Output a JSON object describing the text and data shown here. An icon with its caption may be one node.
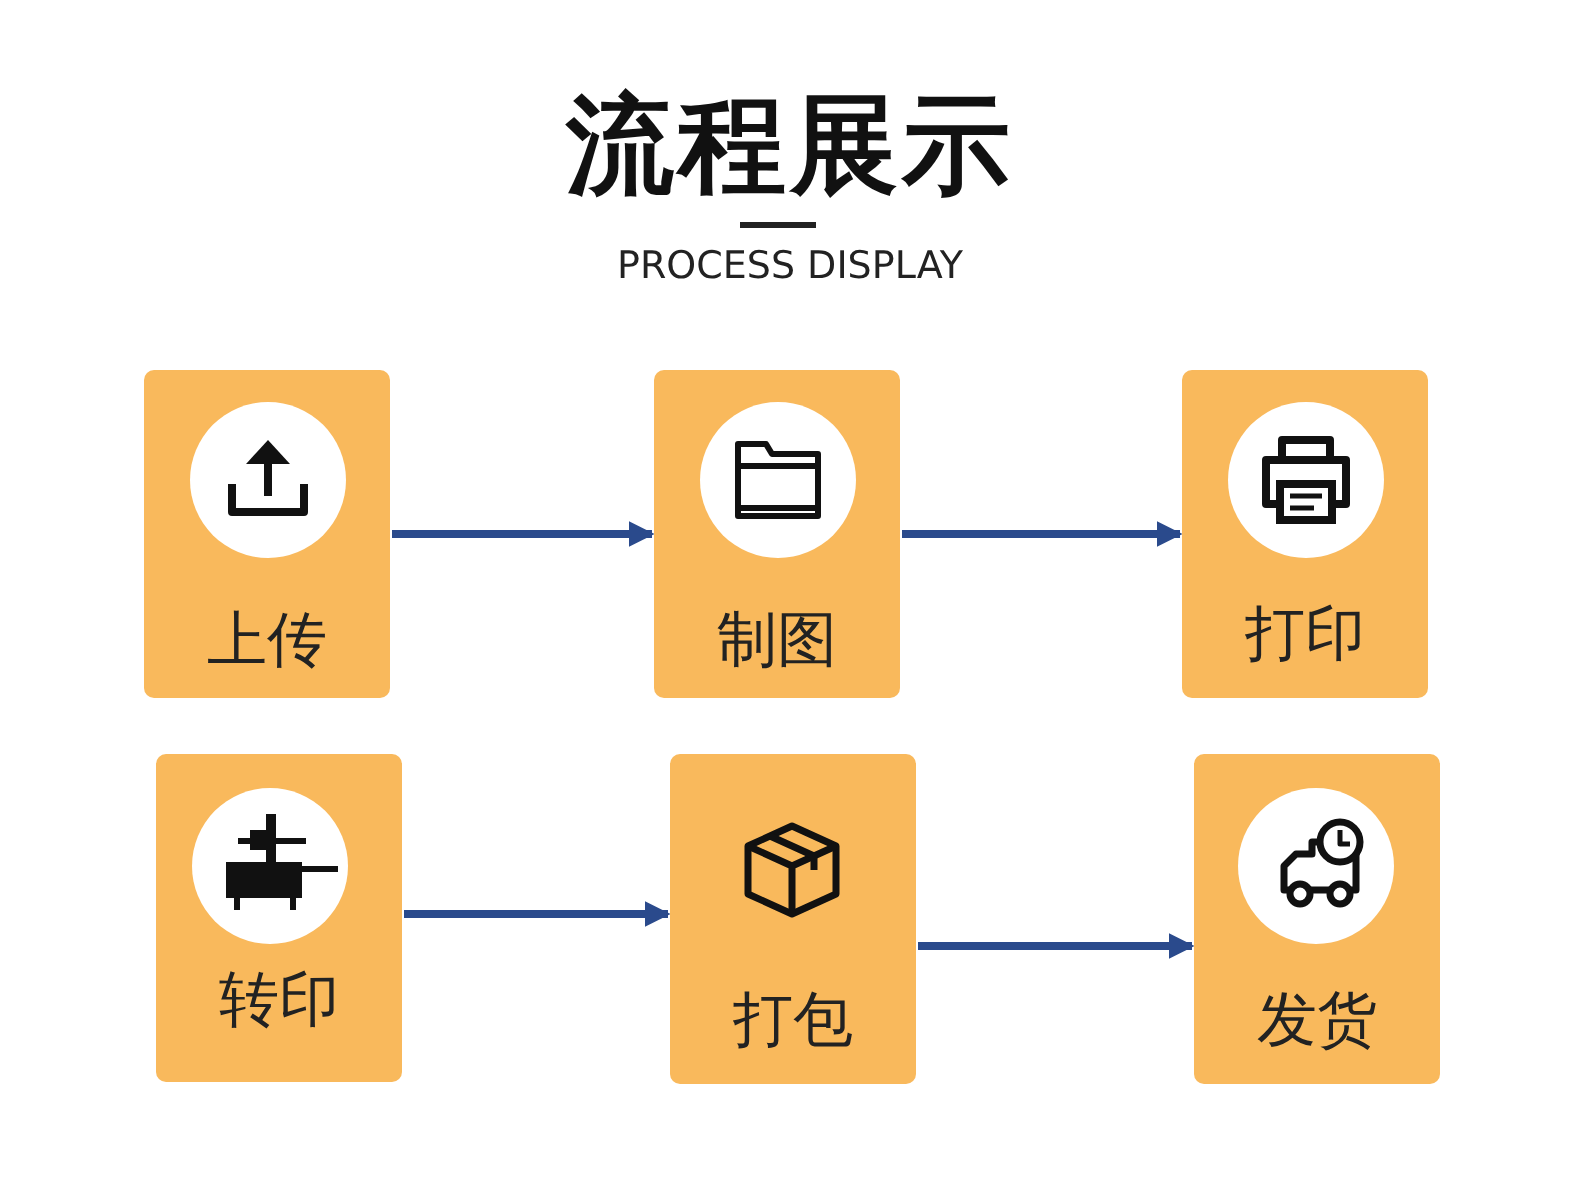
{
  "diagram": {
    "title": "流程展示",
    "nodes": [
      {
        "text": [
          "上传"
        ]
      },
      {
        "text": [
          "制图"
        ]
      },
      {
        "text": [
          "打印"
        ]
      },
      {
        "text": [
          "转印"
        ]
      },
      {
        "text": [
          "打包"
        ]
      },
      {
        "text": [
          "发货"
        ]
      }
    ],
    "edges": [
      {
        "from": 0,
        "to": 1,
        "arrow": "to"
      },
      {
        "from": 1,
        "to": 2,
        "arrow": "to"
      },
      {
        "from": 3,
        "to": 4,
        "arrow": "to"
      },
      {
        "from": 4,
        "to": 5,
        "arrow": "to"
      }
    ],
    "labels": [
      "PROCESS DISPLAY"
    ]
  }
}
